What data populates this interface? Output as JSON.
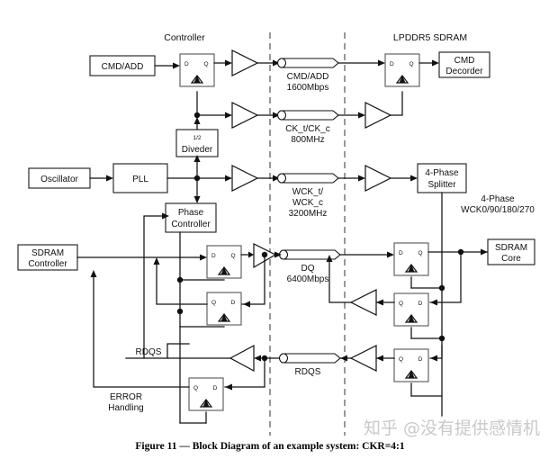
{
  "figure": {
    "caption": "Figure 11 — Block Diagram of an example system: CKR=4:1",
    "watermark": "知乎 @没有提供感情机器"
  },
  "sections": {
    "controller_title": "Controller",
    "sdram_title": "LPDDR5 SDRAM"
  },
  "blocks": {
    "cmd_add": "CMD/ADD",
    "divider_top": "1/2",
    "divider_bottom": "Diveder",
    "oscillator": "Oscillator",
    "pll": "PLL",
    "phase_ctrl_l1": "Phase",
    "phase_ctrl_l2": "Controller",
    "sdram_ctrl_l1": "SDRAM",
    "sdram_ctrl_l2": "Controller",
    "cmd_dec_l1": "CMD",
    "cmd_dec_l2": "Decorder",
    "splitter_l1": "4-Phase",
    "splitter_l2": "Splitter",
    "sdram_core_l1": "SDRAM",
    "sdram_core_l2": "Core"
  },
  "buses": {
    "cmd_add_l1": "CMD/ADD",
    "cmd_add_l2": "1600Mbps",
    "ck_l1": "CK_t/CK_c",
    "ck_l2": "800MHz",
    "wck_l1": "WCK_t/",
    "wck_l2": "WCK_c",
    "wck_l3": "3200MHz",
    "dq_l1": "DQ",
    "dq_l2": "6400Mbps",
    "rdqs": "RDQS"
  },
  "annotations": {
    "four_phase_l1": "4-Phase",
    "four_phase_l2": "WCK0/90/180/270",
    "rdqs_path": "RDQS",
    "error_l1": "ERROR",
    "error_l2": "Handling"
  },
  "pins": {
    "d": "D",
    "q": "Q"
  },
  "colors": {
    "line": "#111111",
    "boundary": "#555555",
    "background": "#ffffff",
    "watermark": "#c9c9c9"
  }
}
